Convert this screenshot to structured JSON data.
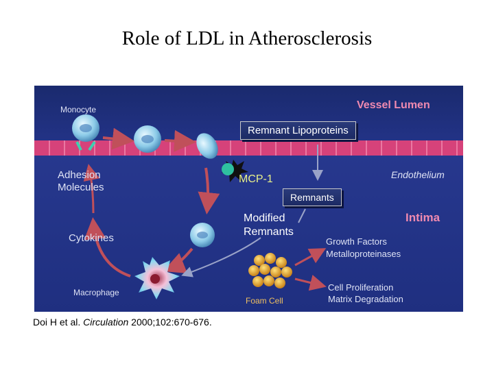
{
  "title": "Role of LDL in Atherosclerosis",
  "labels": {
    "monocyte": "Monocyte",
    "vessel_lumen": "Vessel Lumen",
    "remnant_lipoproteins": "Remnant Lipoproteins",
    "adhesion_molecules_1": "Adhesion",
    "adhesion_molecules_2": "Molecules",
    "endothelium": "Endothelium",
    "mcp1": "MCP-1",
    "remnants": "Remnants",
    "modified_remnants_1": "Modified",
    "modified_remnants_2": "Remnants",
    "intima": "Intima",
    "cytokines": "Cytokines",
    "growth_factors_1": "Growth Factors",
    "growth_factors_2": "Metalloproteinases",
    "macrophage": "Macrophage",
    "foam_cell": "Foam Cell",
    "cell_prolif_1": "Cell Proliferation",
    "cell_prolif_2": "Matrix Degradation"
  },
  "citation": {
    "authors": "Doi H et al. ",
    "journal": "Circulation",
    "details": " 2000;102:670-676."
  },
  "colors": {
    "lumen_bg": "#1e2e74",
    "intima_bg": "#25358a",
    "endothelium": "#d6427a",
    "arrow": "#c0505a",
    "cell": "#8fd0ea",
    "foam": "#e8a020"
  }
}
